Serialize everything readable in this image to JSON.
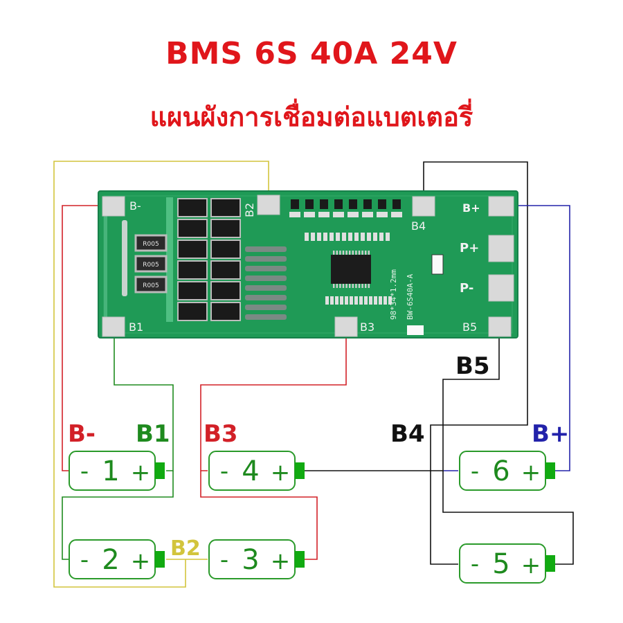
{
  "title": "BMS 6S 40A 24V",
  "subtitle": "แผนผังการเชื่อมต่อแบตเตอรี่",
  "colors": {
    "title": "#e0161b",
    "pcb": "#1f9a56",
    "pad": "#d9d9d9",
    "red_wire": "#d22027",
    "green_wire": "#1e8a1e",
    "yellow_wire": "#d2c43c",
    "black_wire": "#111111",
    "blue_wire": "#2222aa",
    "cell_border": "#2a9a2a",
    "terminal": "#11aa11"
  },
  "board": {
    "silk": {
      "b_minus": "B-",
      "b1": "B1",
      "b2": "B2",
      "b3": "B3",
      "b4": "B4",
      "b5": "B5",
      "b_plus": "B+",
      "p_plus": "P+",
      "p_minus": "P-",
      "r1": "R005",
      "r2": "R005",
      "r3": "R005",
      "size": "98*34*1.2mm",
      "model": "BW-6S40A-A"
    }
  },
  "labels": {
    "b_minus": "B-",
    "b1": "B1",
    "b2": "B2",
    "b3": "B3",
    "b4": "B4",
    "b5": "B5",
    "b_plus": "B+"
  },
  "cells": [
    {
      "id": "1",
      "minus": "-",
      "plus": "+"
    },
    {
      "id": "2",
      "minus": "-",
      "plus": "+"
    },
    {
      "id": "3",
      "minus": "-",
      "plus": "+"
    },
    {
      "id": "4",
      "minus": "-",
      "plus": "+"
    },
    {
      "id": "5",
      "minus": "-",
      "plus": "+"
    },
    {
      "id": "6",
      "minus": "-",
      "plus": "+"
    }
  ]
}
